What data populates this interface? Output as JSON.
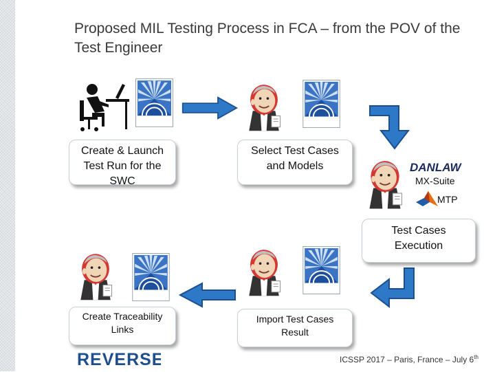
{
  "title": "Proposed MIL Testing Process in FCA – from the POV of the Test Engineer",
  "steps": {
    "create_launch": "Create & Launch Test Run for the SWC",
    "select": "Select Test Cases and Models",
    "execution": "Test Cases Execution",
    "import": "Import Test Cases Result",
    "traceability": "Create Traceability Links"
  },
  "logos": {
    "polarion": "POLARION",
    "danlaw": "DANLAW",
    "mx_suite": "MX-Suite",
    "mtp": "MTP",
    "reverse": "REVERSE"
  },
  "footer": {
    "text": "ICSSP 2017 – Paris, France – July 6",
    "sup": "th"
  },
  "colors": {
    "arrow_fill": "#2e78c8",
    "arrow_stroke": "#1b4f8f",
    "polarion_blue": "#1d4f9c",
    "jenkins_red": "#d33833"
  },
  "icons": [
    "engineer-at-desk-icon",
    "polarion-logo-icon",
    "jenkins-butler-icon",
    "danlaw-logo-icon",
    "matlab-logo-icon",
    "reverse-logo-icon"
  ]
}
